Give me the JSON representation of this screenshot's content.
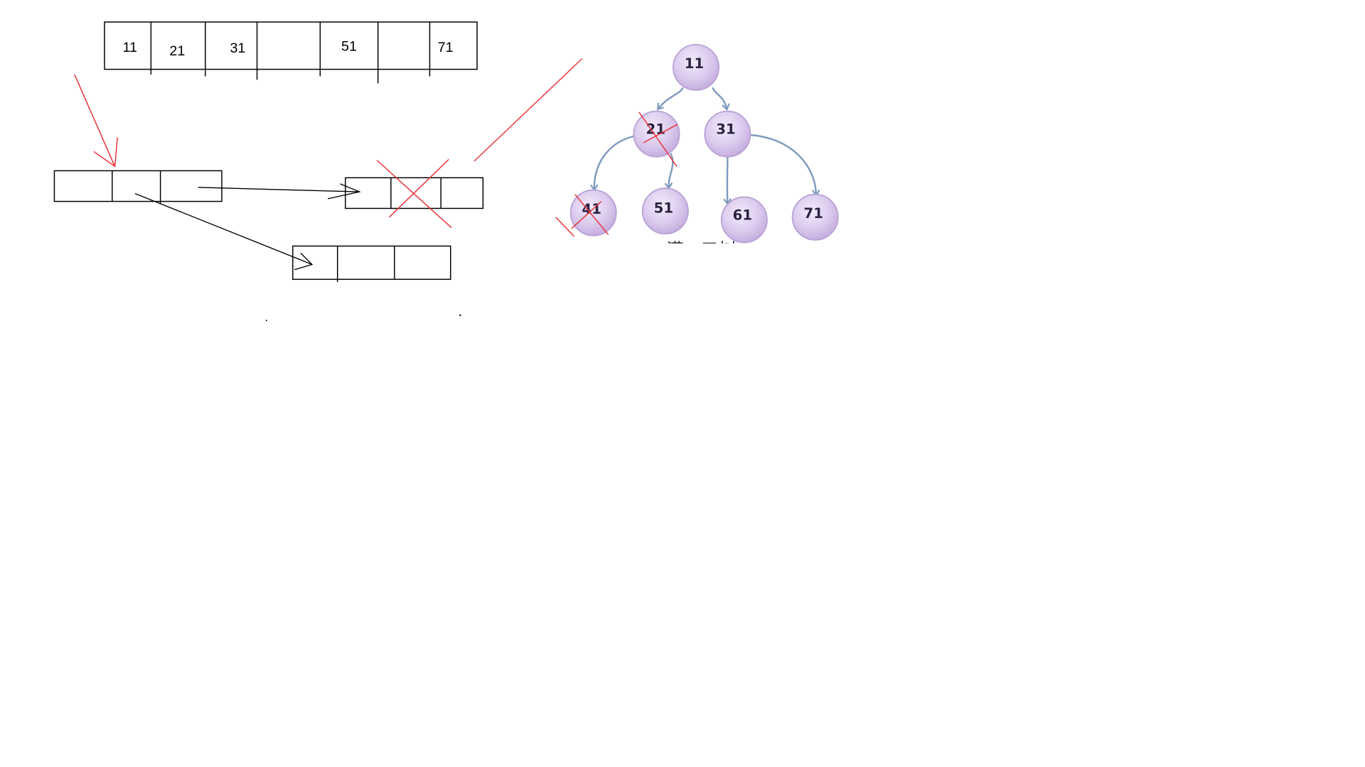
{
  "array": {
    "cells": [
      "11",
      "21",
      "31",
      "",
      "51",
      "",
      "71"
    ]
  },
  "tree": {
    "nodes": [
      {
        "id": "n11",
        "label": "11",
        "crossed": false
      },
      {
        "id": "n21",
        "label": "21",
        "crossed": true
      },
      {
        "id": "n31",
        "label": "31",
        "crossed": false
      },
      {
        "id": "n41",
        "label": "41",
        "crossed": true
      },
      {
        "id": "n51",
        "label": "51",
        "crossed": false
      },
      {
        "id": "n61",
        "label": "61",
        "crossed": false
      },
      {
        "id": "n71",
        "label": "71",
        "crossed": false
      }
    ],
    "caption": "满二叉树"
  },
  "colors": {
    "ink": "#000000",
    "annotation_red": "#e8333a",
    "node_fill": "#dccbee",
    "node_stroke": "#b9a3d6",
    "edge": "#7f9cbf"
  }
}
